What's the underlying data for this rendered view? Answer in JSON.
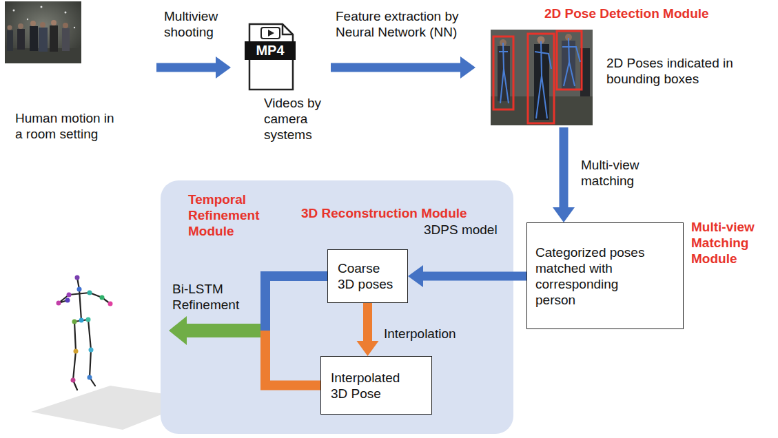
{
  "diagram": {
    "nodes": [
      {
        "text": [
          "Human motion in a room setting"
        ]
      },
      {
        "text": [
          "Videos by camera systems"
        ]
      },
      {
        "text": [
          "2D Poses indicated in bounding boxes"
        ]
      },
      {
        "text": [
          "Categorized poses matched with corresponding person"
        ]
      },
      {
        "text": [
          "Temporal Refinement Module",
          "3D Reconstruction Module"
        ]
      },
      {
        "text": [
          "Coarse 3D poses"
        ],
        "in": 4
      },
      {
        "text": [
          "Interpolated 3D Pose"
        ],
        "in": 4
      }
    ],
    "edges": [
      {
        "from": 0,
        "to": 1,
        "arrow": "to",
        "label": "Multiview shooting"
      },
      {
        "from": 1,
        "to": 2,
        "arrow": "to",
        "label": "Feature extraction by Neural Network (NN)"
      },
      {
        "from": 2,
        "to": 3,
        "arrow": "to",
        "label": "Multi-view matching"
      },
      {
        "from": 3,
        "to": 5,
        "arrow": "to",
        "label": "3DPS model"
      },
      {
        "from": 5,
        "to": 6,
        "arrow": "to",
        "label": "Interpolation"
      }
    ],
    "labels": [
      "2D Pose Detection Module",
      "Multi-view Matching Module",
      "MP4",
      "Bi-LSTM Refinement"
    ]
  }
}
